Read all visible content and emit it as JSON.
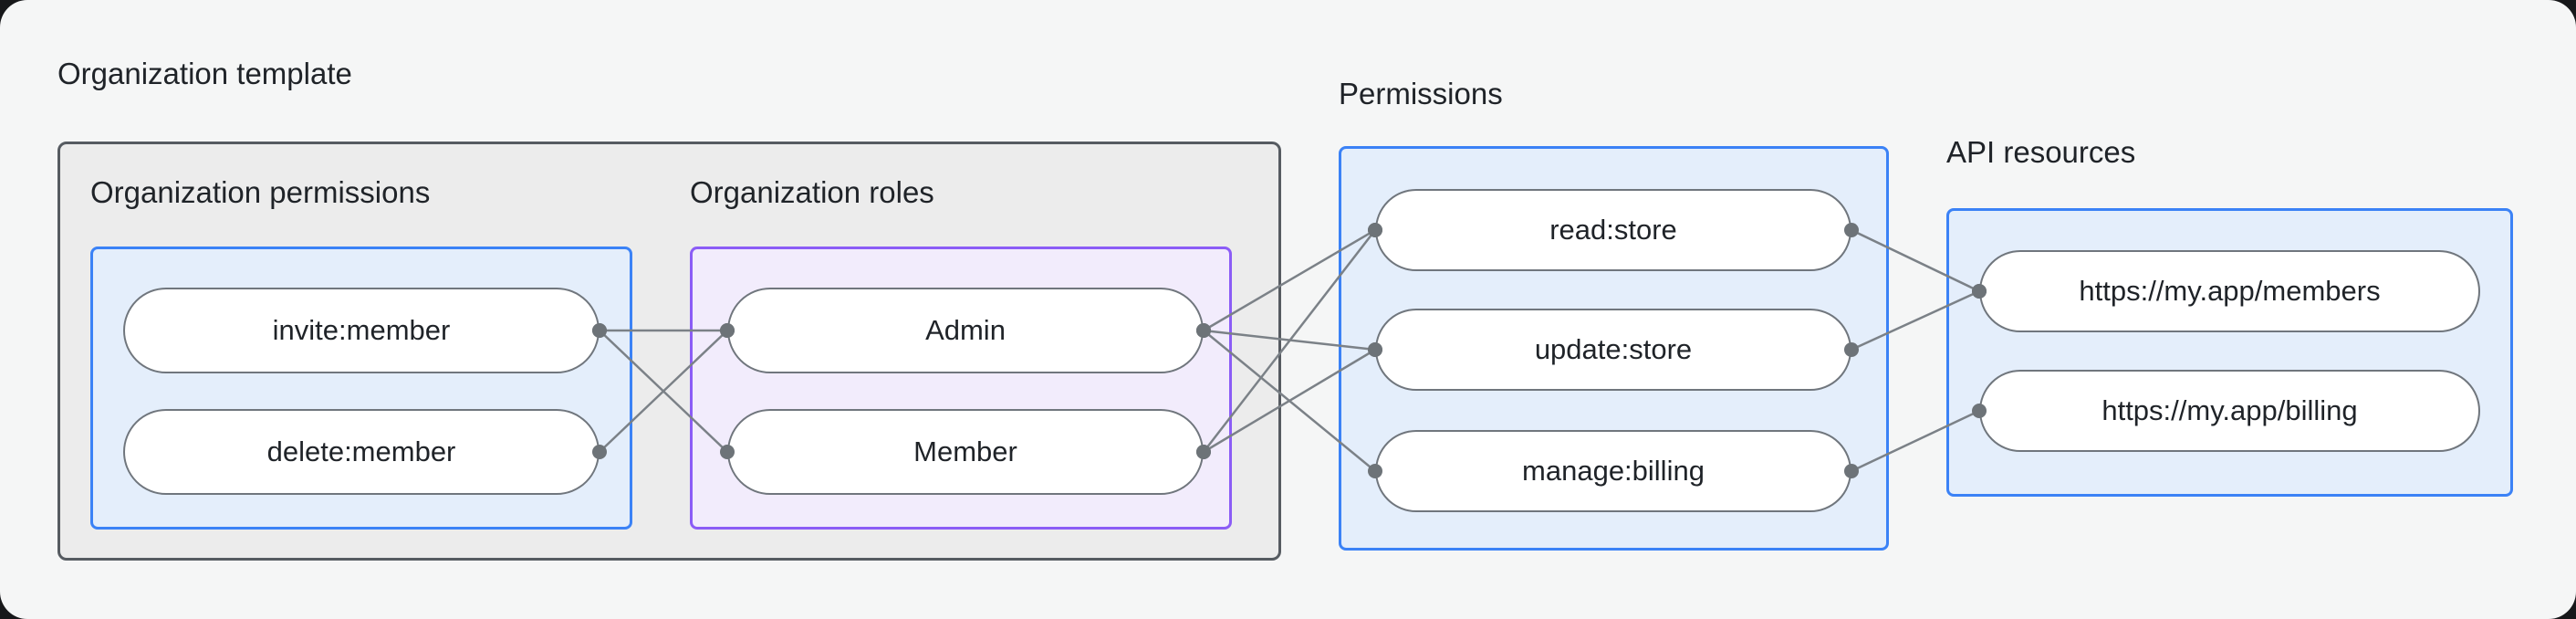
{
  "labels": {
    "org_template": "Organization template",
    "org_permissions": "Organization permissions",
    "org_roles": "Organization roles",
    "permissions": "Permissions",
    "api_resources": "API resources"
  },
  "nodes": {
    "invite": "invite:member",
    "delete": "delete:member",
    "admin": "Admin",
    "member": "Member",
    "read": "read:store",
    "update": "update:store",
    "manage": "manage:billing",
    "members_api": "https://my.app/members",
    "billing_api": "https://my.app/billing"
  },
  "edges": [
    {
      "from": "invite",
      "fromSide": "right",
      "to": "admin",
      "toSide": "left"
    },
    {
      "from": "invite",
      "fromSide": "right",
      "to": "member",
      "toSide": "left"
    },
    {
      "from": "delete",
      "fromSide": "right",
      "to": "admin",
      "toSide": "left"
    },
    {
      "from": "admin",
      "fromSide": "right",
      "to": "read",
      "toSide": "left"
    },
    {
      "from": "admin",
      "fromSide": "right",
      "to": "update",
      "toSide": "left"
    },
    {
      "from": "admin",
      "fromSide": "right",
      "to": "manage",
      "toSide": "left"
    },
    {
      "from": "member",
      "fromSide": "right",
      "to": "read",
      "toSide": "left"
    },
    {
      "from": "member",
      "fromSide": "right",
      "to": "update",
      "toSide": "left"
    },
    {
      "from": "read",
      "fromSide": "right",
      "to": "members_api",
      "toSide": "left"
    },
    {
      "from": "update",
      "fromSide": "right",
      "to": "members_api",
      "toSide": "left"
    },
    {
      "from": "manage",
      "fromSide": "right",
      "to": "billing_api",
      "toSide": "left"
    }
  ],
  "colors": {
    "canvas_bg": "#f5f6f6",
    "outer_box_fill": "#ececec",
    "outer_box_border": "#565b61",
    "blue_box_fill": "#e4eefb",
    "blue_box_border": "#3b82f6",
    "purple_box_fill": "#f2ecfc",
    "purple_box_border": "#8b5cf6",
    "pill_fill": "#ffffff",
    "pill_border": "#70767d",
    "connector_line": "#7b8187",
    "connector_dot": "#6d7378",
    "text": "#1f2328"
  }
}
